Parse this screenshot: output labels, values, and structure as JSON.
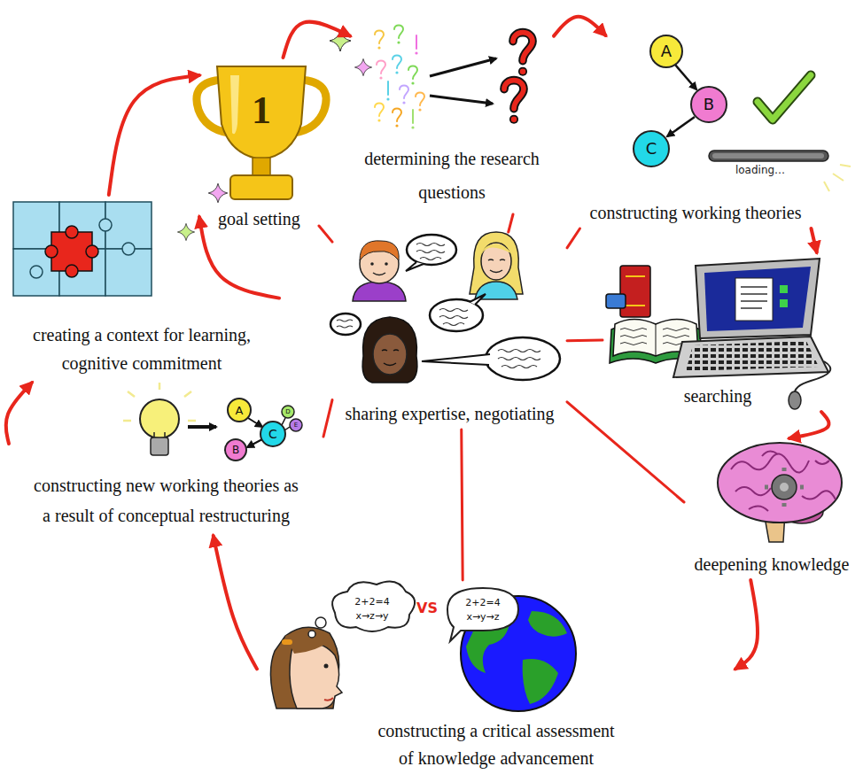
{
  "diagram": {
    "nodes": [
      {
        "text": [
          "creating a context for learning, cognitive commitment"
        ]
      },
      {
        "text": [
          "goal setting"
        ]
      },
      {
        "text": [
          "determining the research questions"
        ]
      },
      {
        "text": [
          "constructing working theories"
        ]
      },
      {
        "text": [
          "searching"
        ]
      },
      {
        "text": [
          "deepening knowledge"
        ]
      },
      {
        "text": [
          "constructing a critical assessment of knowledge advancement"
        ]
      },
      {
        "text": [
          "constructing new working theories as a result of conceptual restructuring"
        ]
      },
      {
        "text": [
          "sharing expertise, negotiating"
        ]
      }
    ],
    "edges": [
      {
        "from": 0,
        "to": 1,
        "arrow": "to"
      },
      {
        "from": 1,
        "to": 2,
        "arrow": "to"
      },
      {
        "from": 2,
        "to": 3,
        "arrow": "to"
      },
      {
        "from": 3,
        "to": 4,
        "arrow": "to"
      },
      {
        "from": 4,
        "to": 5,
        "arrow": "to"
      },
      {
        "from": 5,
        "to": 6,
        "arrow": "to"
      },
      {
        "from": 6,
        "to": 7,
        "arrow": "to"
      },
      {
        "from": 7,
        "to": 0,
        "arrow": "to"
      },
      {
        "from": 0,
        "to": 1,
        "arrow": "to"
      },
      {
        "from": 8,
        "to": 1,
        "arrow": "none"
      },
      {
        "from": 8,
        "to": 2,
        "arrow": "none"
      },
      {
        "from": 8,
        "to": 3,
        "arrow": "none"
      },
      {
        "from": 8,
        "to": 4,
        "arrow": "none"
      },
      {
        "from": 8,
        "to": 5,
        "arrow": "none"
      },
      {
        "from": 8,
        "to": 6,
        "arrow": "none"
      },
      {
        "from": 8,
        "to": 7,
        "arrow": "none"
      }
    ],
    "labels": [
      "1",
      "A",
      "B",
      "C",
      "loading…",
      "A",
      "C",
      "D",
      "E",
      "B",
      "2+2=4",
      "x→z→y",
      "VS",
      "2+2=4",
      "x→y→z"
    ]
  }
}
